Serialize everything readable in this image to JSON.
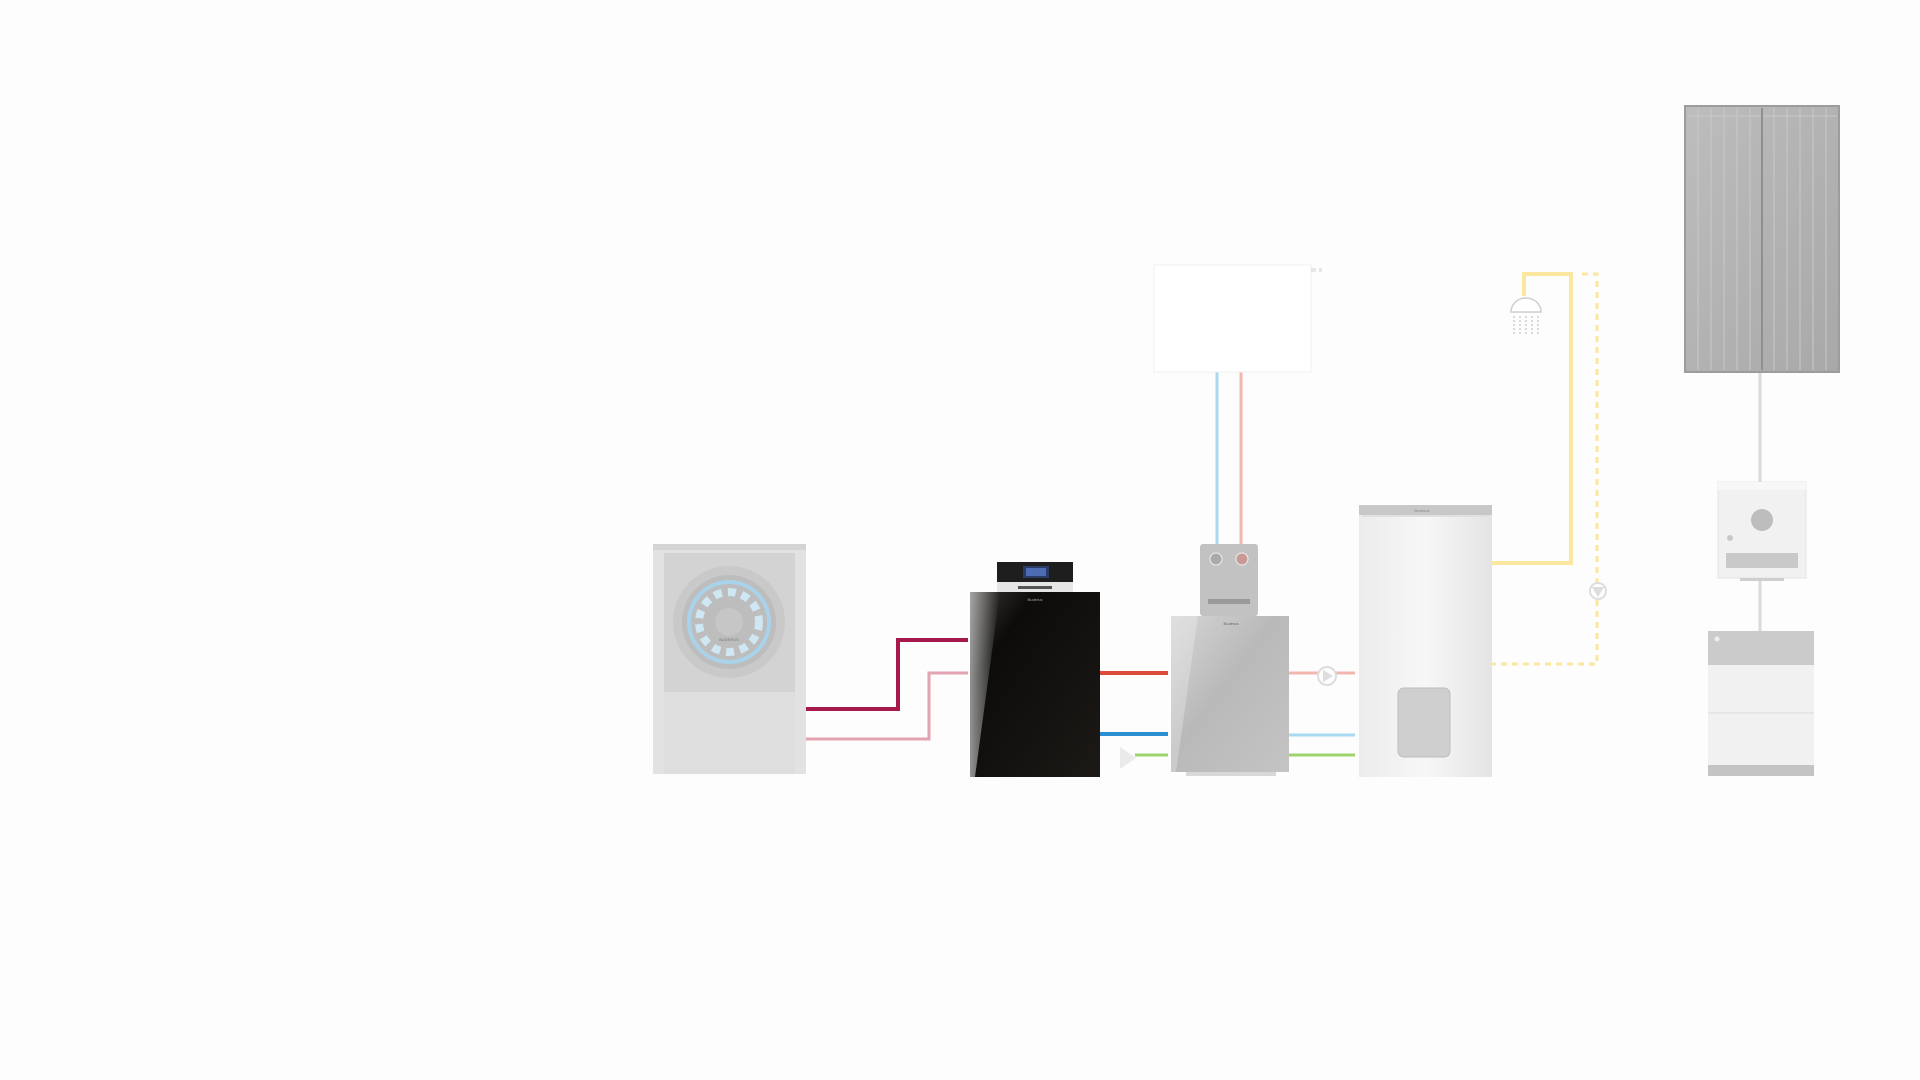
{
  "diagram": {
    "components": [
      {
        "id": "outdoor-heat-pump",
        "brand_label": "BUDERUS"
      },
      {
        "id": "indoor-control-unit",
        "brand_label": "Buderus"
      },
      {
        "id": "heating-module",
        "brand_label": "Buderus"
      },
      {
        "id": "hot-water-cylinder",
        "brand_label": "Buderus"
      },
      {
        "id": "radiator"
      },
      {
        "id": "shower"
      },
      {
        "id": "solar-pv-panel"
      },
      {
        "id": "inverter"
      },
      {
        "id": "battery-storage"
      }
    ],
    "colors": {
      "primary_flow": "#a5194d",
      "primary_return": "#e3a3b1",
      "heating_flow": "#dd4b39",
      "heating_return": "#2b8fd1",
      "cold_supply": "#9dd46b",
      "hot_water": "#fbe7a0",
      "radiator_flow": "#f3b6ae",
      "radiator_return": "#a9d9ee",
      "electric": "#d9d9d9"
    },
    "icons": [
      "fan-icon",
      "display-icon",
      "pump-icon",
      "valve-icon",
      "shower-icon"
    ]
  }
}
